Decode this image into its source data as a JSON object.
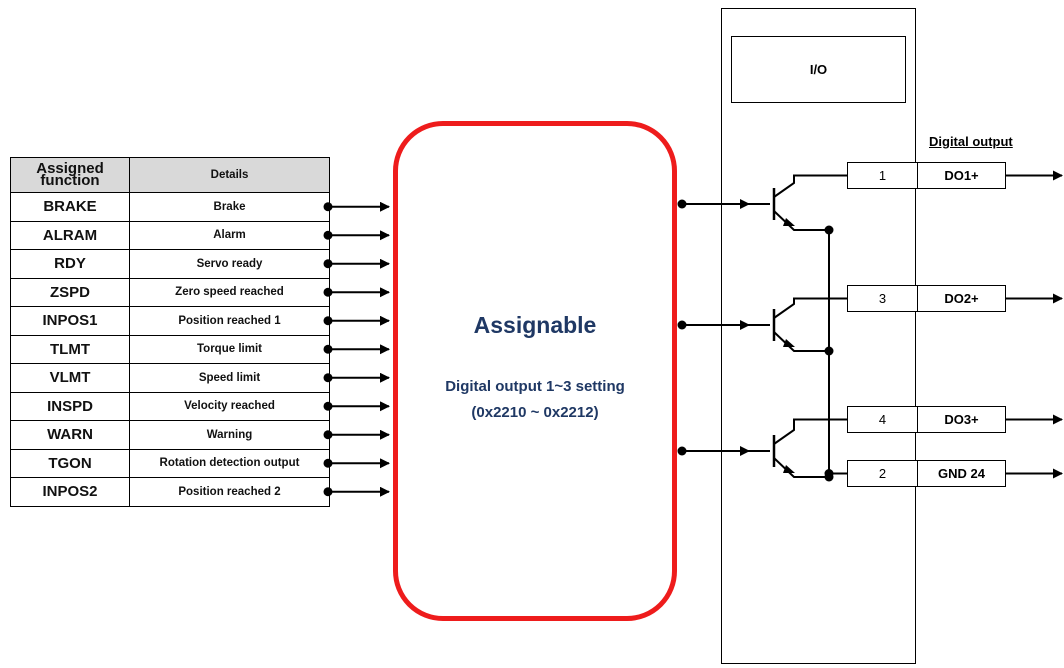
{
  "table": {
    "header": {
      "function": "Assigned function",
      "details": "Details"
    },
    "rows": [
      {
        "function": "BRAKE",
        "details": "Brake"
      },
      {
        "function": "ALRAM",
        "details": "Alarm"
      },
      {
        "function": "RDY",
        "details": "Servo ready"
      },
      {
        "function": "ZSPD",
        "details": "Zero speed reached"
      },
      {
        "function": "INPOS1",
        "details": "Position reached 1"
      },
      {
        "function": "TLMT",
        "details": "Torque limit"
      },
      {
        "function": "VLMT",
        "details": "Speed limit"
      },
      {
        "function": "INSPD",
        "details": "Velocity reached"
      },
      {
        "function": "WARN",
        "details": "Warning"
      },
      {
        "function": "TGON",
        "details": "Rotation detection output"
      },
      {
        "function": "INPOS2",
        "details": "Position reached 2"
      }
    ]
  },
  "assignable": {
    "title": "Assignable",
    "subtitle_line1": "Digital output 1~3 setting",
    "subtitle_line2": "(0x2210 ~ 0x2212)"
  },
  "io": {
    "label": "I/O",
    "digital_output_heading": "Digital output",
    "pins": [
      {
        "number": "1",
        "name": "DO1+"
      },
      {
        "number": "3",
        "name": "DO2+"
      },
      {
        "number": "4",
        "name": "DO3+"
      },
      {
        "number": "2",
        "name": "GND 24"
      }
    ]
  },
  "colors": {
    "assignable_border": "#ee1c1c",
    "assignable_text": "#1f3864",
    "table_header_fill": "#d9d9d9",
    "line": "#000000"
  }
}
